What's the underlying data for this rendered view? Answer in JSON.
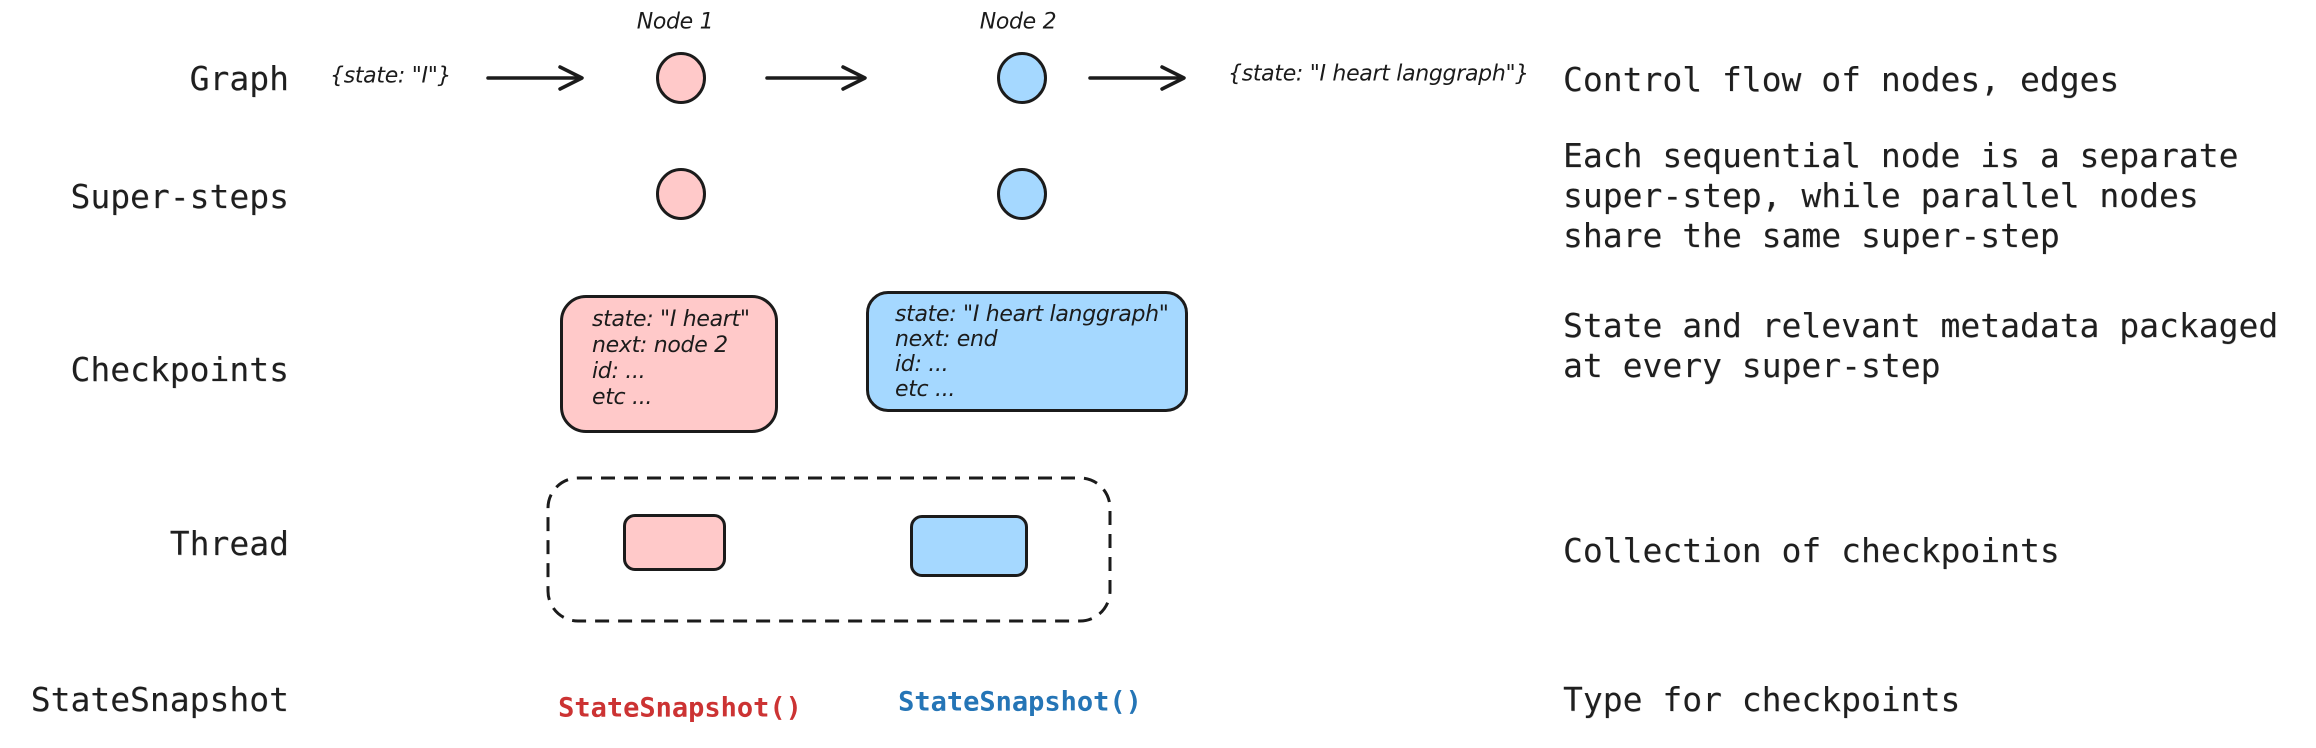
{
  "palette": {
    "node_pink": "#FFC9C9",
    "node_blue": "#A5D8FF",
    "ink": "#1B1B1B",
    "text": "#1F1F1F",
    "code_red": "#CC3333",
    "code_blue": "#2575B6"
  },
  "rows": [
    {
      "label": "Graph",
      "description_lines": [
        "Control flow of nodes, edges"
      ]
    },
    {
      "label": "Super-steps",
      "description_lines": [
        "Each sequential node is a separate",
        "super-step, while parallel nodes",
        "share the same super-step"
      ]
    },
    {
      "label": "Checkpoints",
      "description_lines": [
        "State and relevant metadata packaged",
        "at every super-step"
      ]
    },
    {
      "label": "Thread",
      "description_lines": [
        "Collection of checkpoints"
      ]
    },
    {
      "label": "StateSnapshot",
      "description_lines": [
        "Type for checkpoints"
      ]
    }
  ],
  "graph_row": {
    "input_state": "{state: \"I\"}",
    "node1_label": "Node 1",
    "node2_label": "Node 2",
    "output_state": "{state: \"I heart langgraph\"}"
  },
  "checkpoints_row": {
    "pink_card_lines": [
      "state: \"I heart\"",
      "next: node 2",
      "id: ...",
      "etc ..."
    ],
    "blue_card_lines": [
      "state: \"I heart langgraph\"",
      "next: end",
      "id: ...",
      "etc ..."
    ]
  },
  "snapshot_row": {
    "pink_code": "StateSnapshot()",
    "blue_code": "StateSnapshot()"
  }
}
